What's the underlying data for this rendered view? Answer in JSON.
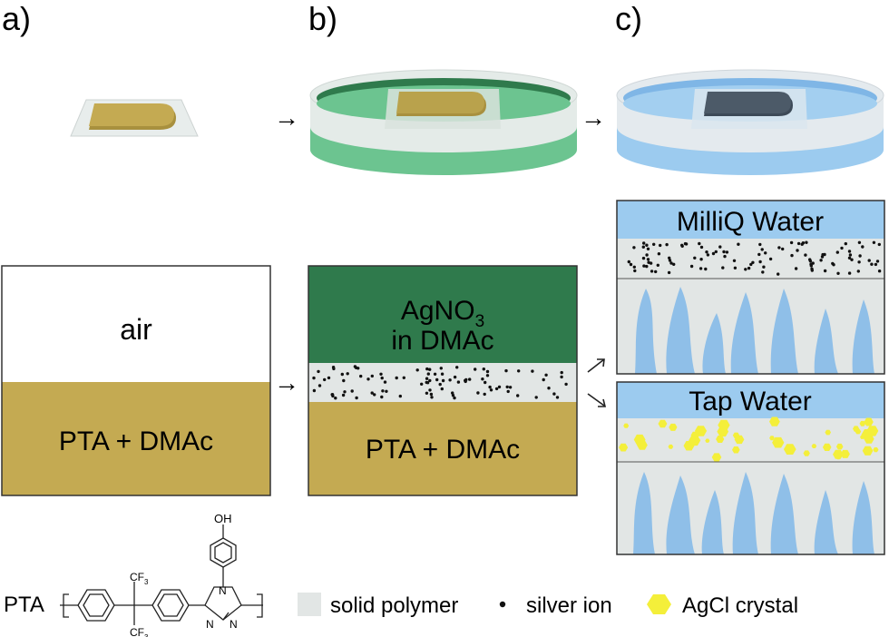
{
  "panels": {
    "a": {
      "label": "a)",
      "top": "air",
      "bottom": "PTA + DMAc"
    },
    "b": {
      "label": "b)",
      "top_line1": "AgNO",
      "top_sub": "3",
      "top_line2": "in DMAc",
      "bottom": "PTA + DMAc"
    },
    "c": {
      "label": "c)",
      "milliq": "MilliQ Water",
      "tap": "Tap Water"
    }
  },
  "arrows": {
    "glyph": "→"
  },
  "chemistry": {
    "name": "PTA",
    "oh": "OH",
    "cf3_top": "CF",
    "cf3_bottom": "CF",
    "cf3_sub": "3",
    "n": "N"
  },
  "legend": {
    "solid_polymer": "solid polymer",
    "silver_ion": "silver ion",
    "agcl_crystal": "AgCl crystal"
  },
  "colors": {
    "film": "#c4aa52",
    "film_edge": "#a8903e",
    "polymer": "#e2e6e5",
    "agno3": "#2f7a4c",
    "green_liquid": "#6cc490",
    "water": "#9ccbef",
    "channel": "#8fbfe8",
    "crystal": "#f4ef3a"
  }
}
